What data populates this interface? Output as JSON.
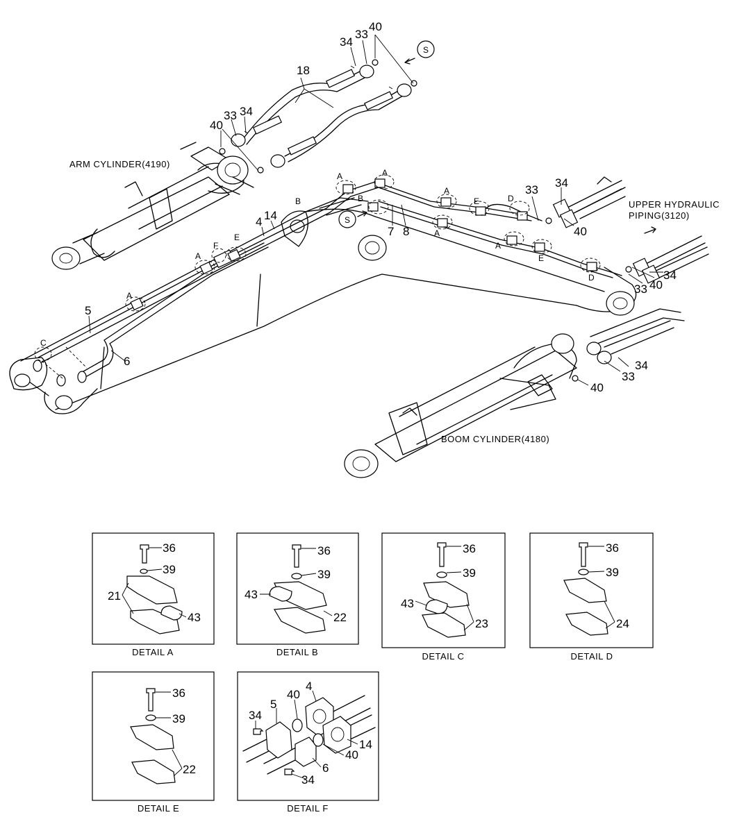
{
  "annotations": {
    "arm_cylinder": "ARM CYLINDER(4190)",
    "boom_cylinder": "BOOM CYLINDER(4180)",
    "upper_piping_1": "UPPER HYDRAULIC",
    "upper_piping_2": "PIPING(3120)",
    "s_marker": "S"
  },
  "callouts": {
    "p4": "4",
    "p5": "5",
    "p6": "6",
    "p7": "7",
    "p8": "8",
    "p14": "14",
    "p18": "18",
    "p33": "33",
    "p34": "34",
    "p40": "40"
  },
  "letters": {
    "A": "A",
    "B": "B",
    "C": "C",
    "D": "D",
    "E": "E",
    "F": "F"
  },
  "details": {
    "a": {
      "caption": "DETAIL  A",
      "labels": [
        "36",
        "39",
        "21",
        "43"
      ]
    },
    "b": {
      "caption": "DETAIL  B",
      "labels": [
        "36",
        "39",
        "43",
        "22"
      ]
    },
    "c": {
      "caption": "DETAIL  C",
      "labels": [
        "36",
        "39",
        "43",
        "23"
      ]
    },
    "d": {
      "caption": "DETAIL  D",
      "labels": [
        "36",
        "39",
        "24"
      ]
    },
    "e": {
      "caption": "DETAIL  E",
      "labels": [
        "36",
        "39",
        "22"
      ]
    },
    "f": {
      "caption": "DETAIL  F",
      "labels": [
        "4",
        "5",
        "34",
        "40",
        "40",
        "14",
        "6",
        "34"
      ]
    }
  }
}
